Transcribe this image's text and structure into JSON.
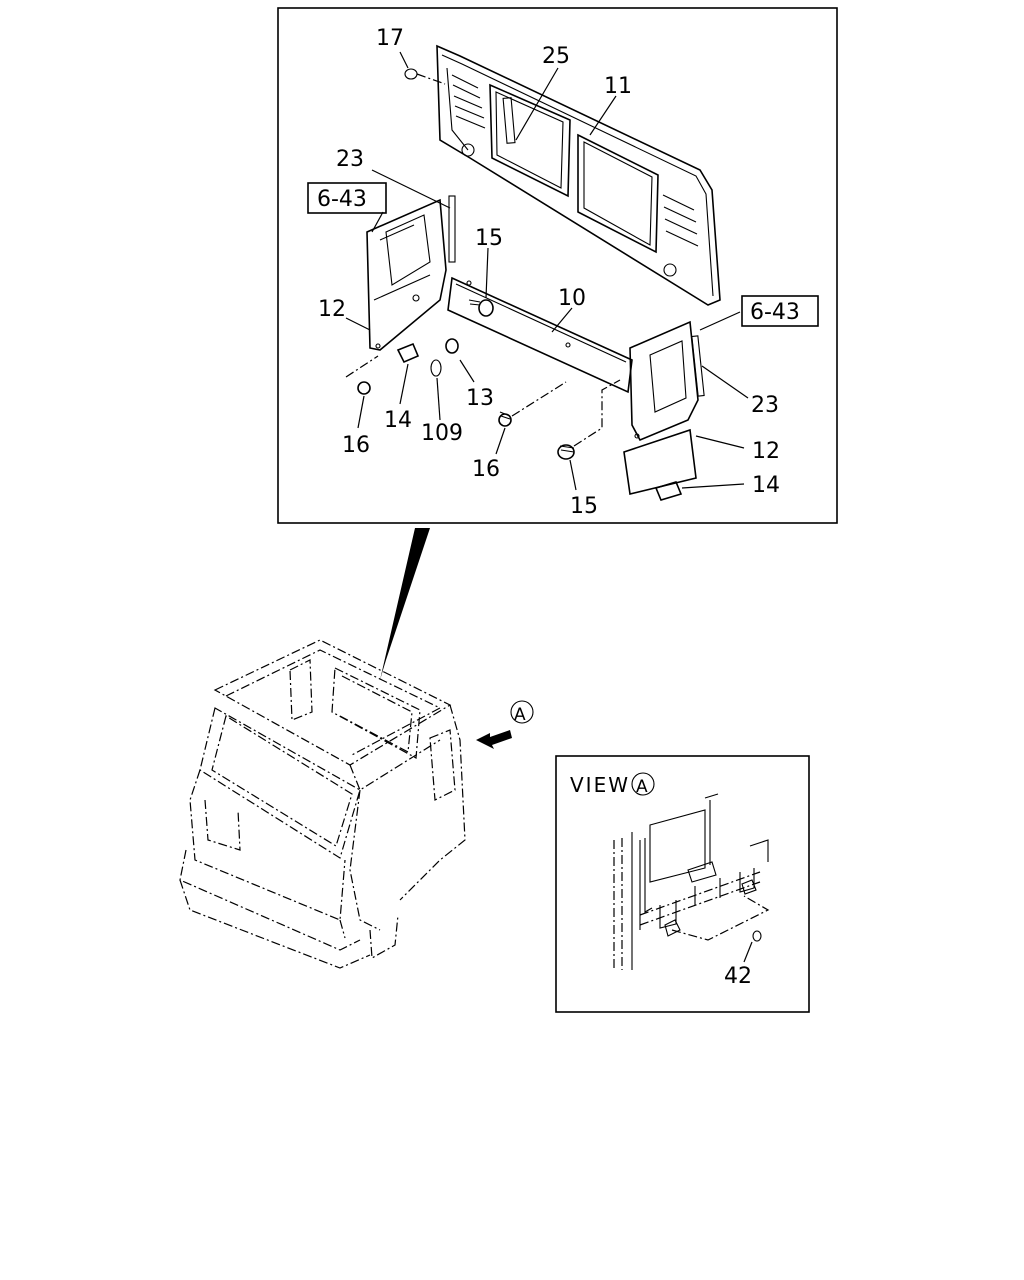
{
  "callouts": {
    "c17": "17",
    "c25": "25",
    "c11": "11",
    "c23a": "23",
    "c15a": "15",
    "c10": "10",
    "c12a": "12",
    "c13": "13",
    "c14a": "14",
    "c109": "109",
    "c16a": "16",
    "c16b": "16",
    "c15b": "15",
    "c23b": "23",
    "c12b": "12",
    "c14b": "14",
    "c42": "42"
  },
  "references": {
    "ref_left": "6-43",
    "ref_right": "6-43"
  },
  "view": {
    "label": "VIEW",
    "marker": "A",
    "arrow_marker": "A"
  }
}
